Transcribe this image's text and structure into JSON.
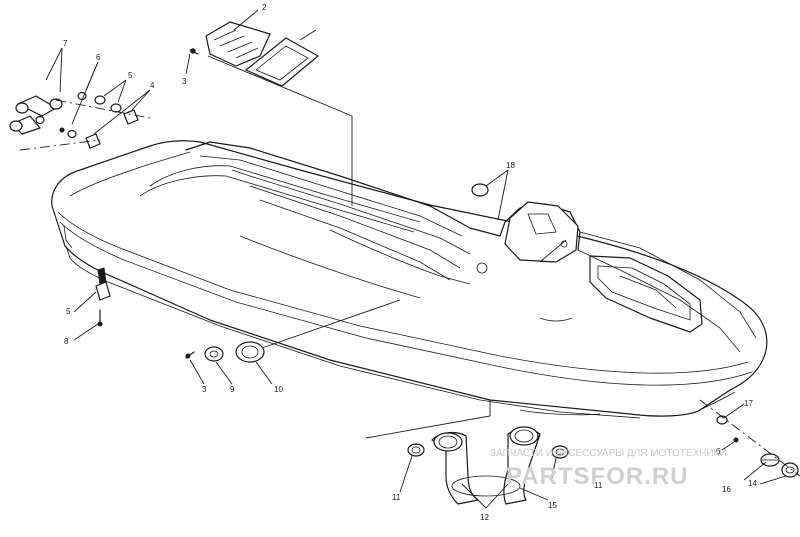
{
  "callouts": {
    "c2": "2",
    "c3a": "3",
    "c7": "7",
    "c6": "6",
    "c5a": "5",
    "c4": "4",
    "c18": "18",
    "c5b": "5",
    "c8": "8",
    "c3b": "3",
    "c9": "9",
    "c10": "10",
    "c17": "17",
    "c6b": "6",
    "c16": "16",
    "c14": "14",
    "c11a": "11",
    "c11b": "11",
    "c15": "15",
    "c12": "12"
  },
  "watermark": {
    "caption": "ЗАПЧАСТИ И АКСЕССУАРЫ ДЛЯ МОТОТЕХНИКИ",
    "logo": "PARTSFOR.RU"
  }
}
